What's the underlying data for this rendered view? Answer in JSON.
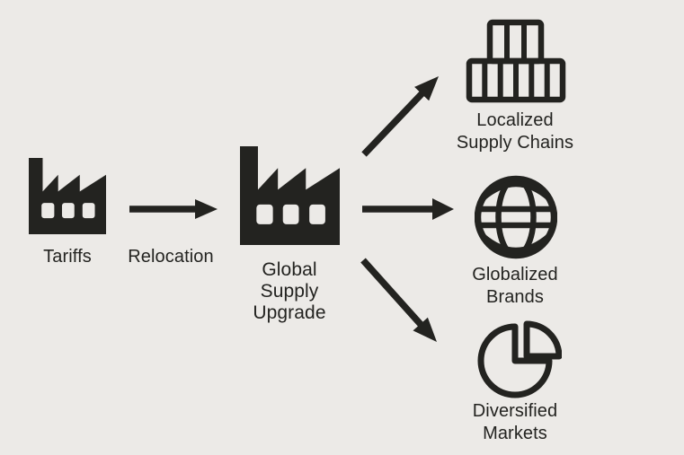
{
  "canvas": {
    "background_color": "#eceae7",
    "ink_color": "#232320"
  },
  "nodes": {
    "tariffs": {
      "icon": "factory-icon",
      "label": "Tariffs"
    },
    "relocation_arrow": {
      "label": "Relocation"
    },
    "hub": {
      "icon": "factory-icon",
      "lines": [
        "Global",
        "Supply",
        "Upgrade"
      ]
    },
    "localized": {
      "icon": "shipping-containers-icon",
      "lines": [
        "Localized",
        "Supply Chains"
      ]
    },
    "globalized": {
      "icon": "globe-icon",
      "lines": [
        "Globalized",
        "Brands"
      ]
    },
    "diversified": {
      "icon": "pie-chart-icon",
      "lines": [
        "Diversified",
        "Markets"
      ]
    }
  }
}
